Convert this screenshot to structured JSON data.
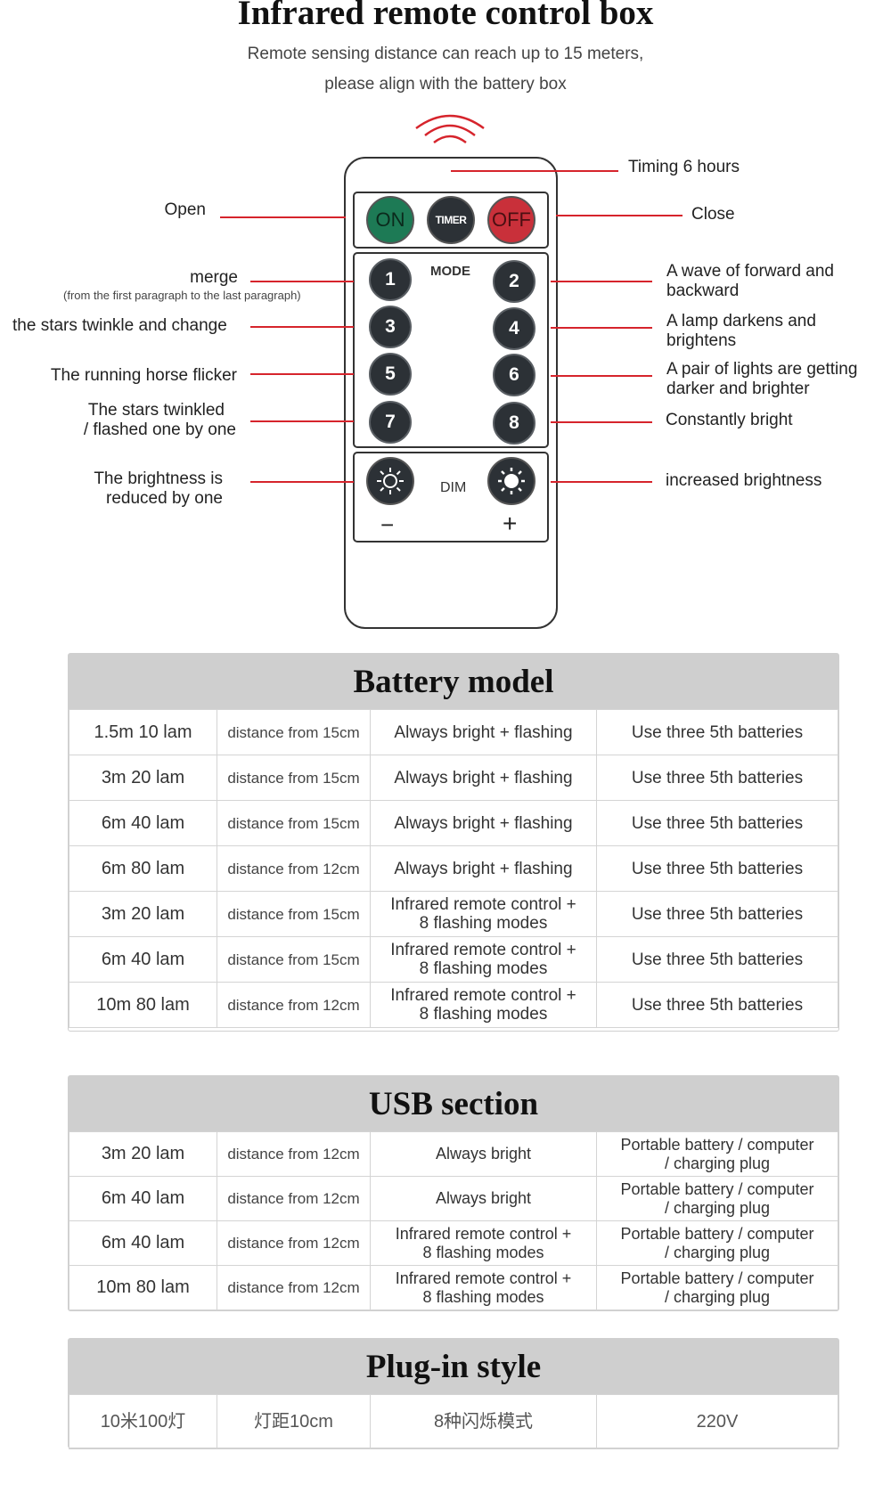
{
  "header": {
    "title": "Infrared remote control box",
    "subtitle_line1": "Remote sensing distance can reach up to 15 meters,",
    "subtitle_line2": "please align with the battery box"
  },
  "remote": {
    "on_label": "ON",
    "timer_label": "TIMER",
    "off_label": "OFF",
    "mode_label": "MODE",
    "mode_buttons": [
      "1",
      "2",
      "3",
      "4",
      "5",
      "6",
      "7",
      "8"
    ],
    "dim_label": "DIM",
    "minus": "−",
    "plus": "+"
  },
  "callouts": {
    "timing": "Timing 6 hours",
    "open": "Open",
    "close": "Close",
    "merge": "merge",
    "merge_note": "(from the first paragraph to the last paragraph)",
    "stars_change": "the stars twinkle and change",
    "running_horse": "The running horse flicker",
    "stars_twinkled_1": "The stars twinkled",
    "stars_twinkled_2": "/ flashed one by one",
    "brightness_reduced_1": "The brightness is",
    "brightness_reduced_2": "reduced by one",
    "wave_1": "A wave of forward and",
    "wave_2": "backward",
    "lamp_darkens_1": "A lamp darkens and",
    "lamp_darkens_2": "brightens",
    "pair_lights_1": "A pair of lights are getting",
    "pair_lights_2": "darker and brighter",
    "constantly_bright": "Constantly bright",
    "increased_brightness": "increased brightness"
  },
  "battery_model": {
    "title": "Battery model",
    "rows": [
      {
        "length": "1.5m 10 lam",
        "distance": "distance from 15cm",
        "mode": "Always bright + flashing",
        "mode2": "",
        "power": "Use three 5th batteries"
      },
      {
        "length": "3m 20 lam",
        "distance": "distance from 15cm",
        "mode": "Always bright + flashing",
        "mode2": "",
        "power": "Use three 5th batteries"
      },
      {
        "length": "6m 40 lam",
        "distance": "distance from 15cm",
        "mode": "Always bright + flashing",
        "mode2": "",
        "power": "Use three 5th batteries"
      },
      {
        "length": "6m 80 lam",
        "distance": "distance from 12cm",
        "mode": "Always bright + flashing",
        "mode2": "",
        "power": "Use three 5th batteries"
      },
      {
        "length": "3m 20 lam",
        "distance": "distance from 15cm",
        "mode": "Infrared remote control +",
        "mode2": "8 flashing modes",
        "power": "Use three 5th batteries"
      },
      {
        "length": "6m 40 lam",
        "distance": "distance from 15cm",
        "mode": "Infrared remote control +",
        "mode2": "8 flashing modes",
        "power": "Use three 5th batteries"
      },
      {
        "length": "10m 80 lam",
        "distance": "distance from 12cm",
        "mode": "Infrared remote control +",
        "mode2": "8 flashing modes",
        "power": "Use three 5th batteries"
      }
    ]
  },
  "usb_section": {
    "title": "USB section",
    "rows": [
      {
        "length": "3m 20 lam",
        "distance": "distance from 12cm",
        "mode": "Always bright",
        "mode2": "",
        "power": "Portable battery / computer",
        "power2": "/ charging plug"
      },
      {
        "length": "6m 40 lam",
        "distance": "distance from 12cm",
        "mode": "Always bright",
        "mode2": "",
        "power": "Portable battery / computer",
        "power2": "/ charging plug"
      },
      {
        "length": "6m 40 lam",
        "distance": "distance from 12cm",
        "mode": "Infrared remote control +",
        "mode2": "8 flashing modes",
        "power": "Portable battery / computer",
        "power2": "/ charging plug"
      },
      {
        "length": "10m 80 lam",
        "distance": "distance from 12cm",
        "mode": "Infrared remote control +",
        "mode2": "8 flashing modes",
        "power": "Portable battery / computer",
        "power2": "/ charging plug"
      }
    ]
  },
  "plug_in": {
    "title": "Plug-in style",
    "row": {
      "length": "10米100灯",
      "distance": "灯距10cm",
      "mode": "8种闪烁模式",
      "power": "220V"
    }
  },
  "colors": {
    "line_red": "#d6242c",
    "on_green": "#1d7a55",
    "off_red": "#c9303a",
    "button_dark": "#2c3136",
    "header_gray": "#cfcfcf"
  }
}
